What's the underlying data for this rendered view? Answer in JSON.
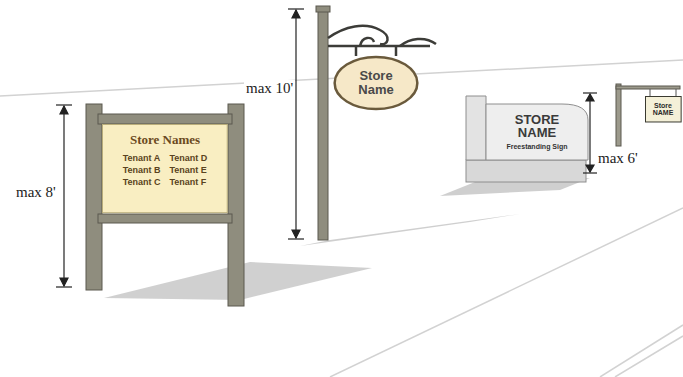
{
  "diagram": {
    "nodes": [
      {
        "text": [
          "Store Names",
          "Tenant A",
          "Tenant D",
          "Tenant B",
          "Tenant E",
          "Tenant C",
          "Tenant F"
        ]
      },
      {
        "text": [
          "Store Name"
        ]
      },
      {
        "text": [
          "STORE NAME",
          "Freestanding Sign"
        ]
      },
      {
        "text": [
          "Store NAME"
        ]
      }
    ],
    "labels": [
      "max 8'",
      "max 10'",
      "max 6'"
    ]
  }
}
